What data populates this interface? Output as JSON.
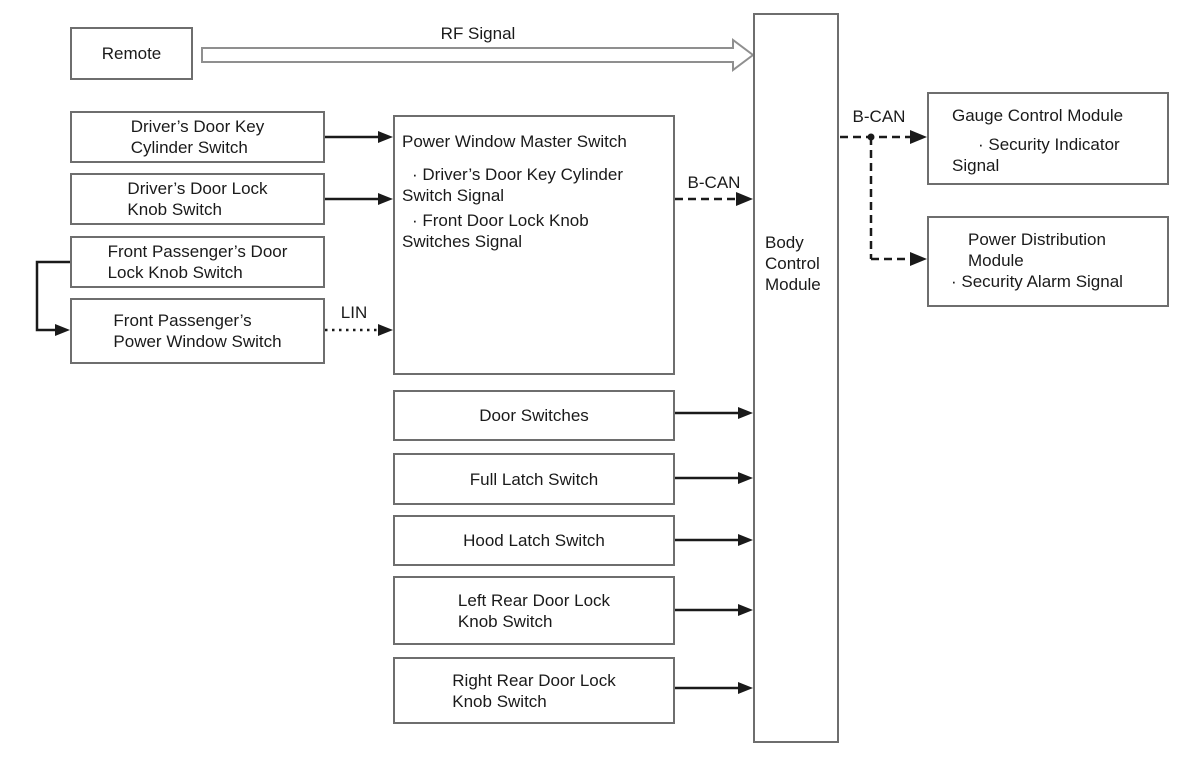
{
  "colors": {
    "box_border": "#6e6e6e",
    "arrow": "#1a1a1a",
    "rf_arrow_outline": "#8f8f8f",
    "background": "#ffffff",
    "text": "#1a1a1a"
  },
  "labels": {
    "rf_signal": "RF Signal",
    "bcan_left": "B-CAN",
    "bcan_right": "B-CAN",
    "lin": "LIN"
  },
  "boxes": {
    "remote": "Remote",
    "driver_key_cylinder": "Driver’s Door Key\nCylinder Switch",
    "driver_lock_knob": "Driver’s Door Lock\nKnob Switch",
    "front_pass_lock_knob": "Front Passenger’s Door\nLock Knob Switch",
    "front_pass_power_window": "Front Passenger’s\nPower Window Switch",
    "power_window_master": {
      "title": "Power Window Master Switch",
      "bullets": [
        "· Driver’s Door Key Cylinder\nSwitch Signal",
        "· Front Door Lock Knob\nSwitches Signal"
      ]
    },
    "door_switches": "Door Switches",
    "full_latch": "Full Latch Switch",
    "hood_latch": "Hood Latch Switch",
    "left_rear_lock_knob": "Left Rear Door Lock\nKnob Switch",
    "right_rear_lock_knob": "Right Rear Door Lock\nKnob Switch",
    "body_control_module": "Body\nControl\nModule",
    "gauge_control_module": {
      "title": "Gauge Control Module",
      "bullets": [
        "· Security Indicator\nSignal"
      ]
    },
    "power_distribution_module": {
      "title": "Power Distribution\nModule",
      "bullets": [
        "· Security Alarm Signal"
      ]
    }
  },
  "connections": [
    {
      "from": "Remote",
      "to": "Body Control Module",
      "label": "RF Signal",
      "style": "open-outline-arrow"
    },
    {
      "from": "Driver’s Door Key Cylinder Switch",
      "to": "Power Window Master Switch",
      "label": "",
      "style": "solid"
    },
    {
      "from": "Driver’s Door Lock Knob Switch",
      "to": "Power Window Master Switch",
      "label": "",
      "style": "solid"
    },
    {
      "from": "Front Passenger’s Door Lock Knob Switch",
      "to": "Front Passenger’s Power Window Switch",
      "label": "",
      "style": "solid-elbow"
    },
    {
      "from": "Front Passenger’s Power Window Switch",
      "to": "Power Window Master Switch",
      "label": "LIN",
      "style": "dotted"
    },
    {
      "from": "Power Window Master Switch",
      "to": "Body Control Module",
      "label": "B-CAN",
      "style": "dashed"
    },
    {
      "from": "Door Switches",
      "to": "Body Control Module",
      "label": "",
      "style": "solid"
    },
    {
      "from": "Full Latch Switch",
      "to": "Body Control Module",
      "label": "",
      "style": "solid"
    },
    {
      "from": "Hood Latch Switch",
      "to": "Body Control Module",
      "label": "",
      "style": "solid"
    },
    {
      "from": "Left Rear Door Lock Knob Switch",
      "to": "Body Control Module",
      "label": "",
      "style": "solid"
    },
    {
      "from": "Right Rear Door Lock Knob Switch",
      "to": "Body Control Module",
      "label": "",
      "style": "solid"
    },
    {
      "from": "Body Control Module",
      "to": "Gauge Control Module",
      "label": "B-CAN",
      "style": "dashed"
    },
    {
      "from": "Body Control Module",
      "to": "Power Distribution Module",
      "label": "B-CAN",
      "style": "dashed"
    }
  ]
}
